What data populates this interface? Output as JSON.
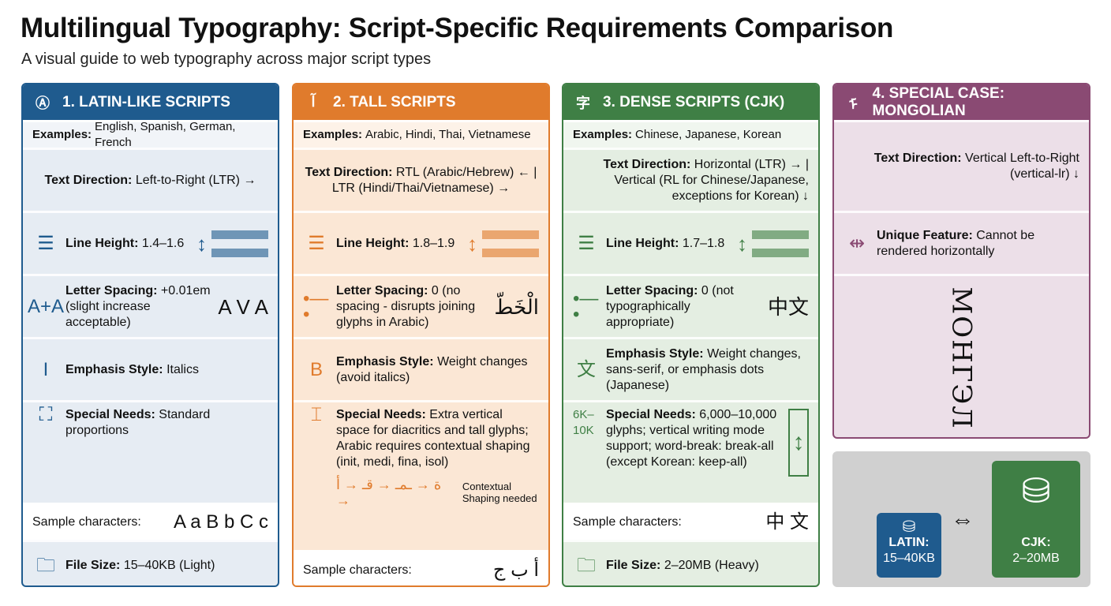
{
  "title": "Multilingual Typography: Script-Specific Requirements Comparison",
  "subtitle": "A visual guide to web typography across major script types",
  "colors": {
    "latin": "#1f5b8e",
    "tall": "#e07b2c",
    "cjk": "#3f7f45",
    "mongolian": "#8a4a73"
  },
  "columns": [
    {
      "header": "1. LATIN-LIKE SCRIPTS",
      "icon": "Ⓐ",
      "icon_name": "letter-a-circle-icon",
      "color": "#1f5b8e",
      "bg": "#e6ecf3",
      "rows": [
        {
          "type": "ex",
          "label": "Examples:",
          "value": "English, Spanish, German, French"
        },
        {
          "label": "Text Direction:",
          "value": "Left-to-Right (LTR) →",
          "icon": "",
          "align": "center"
        },
        {
          "label": "Line Height:",
          "value": "1.4–1.6",
          "icon": "☰",
          "icon_name": "lines-icon",
          "vis": "bars"
        },
        {
          "label": "Letter Spacing:",
          "value": "+0.01em (slight increase acceptable)",
          "icon": "A+A",
          "icon_name": "letter-spacing-icon",
          "vis_text": "A V A"
        },
        {
          "label": "Emphasis Style:",
          "value": "Italics",
          "icon": "I",
          "icon_name": "italic-icon"
        },
        {
          "label": "Special Needs:",
          "value": "Standard proportions",
          "icon": "⛶",
          "icon_name": "crop-frame-icon",
          "top": true
        },
        {
          "type": "sample",
          "value": "Sample characters:",
          "vis_text": "A a B b C c"
        },
        {
          "label": "File Size:",
          "value": "15–40KB (Light)",
          "icon": "🗀",
          "icon_name": "folder-icon"
        }
      ]
    },
    {
      "header": "2. TALL SCRIPTS",
      "icon": "آ",
      "icon_name": "arabic-letter-icon",
      "color": "#e07b2c",
      "bg": "#fbe7d5",
      "rows": [
        {
          "type": "ex",
          "label": "Examples:",
          "value": "Arabic, Hindi, Thai, Vietnamese"
        },
        {
          "label": "Text Direction:",
          "value": "RTL (Arabic/Hebrew) ← | LTR (Hindi/Thai/Vietnamese) →",
          "icon": "",
          "align": "center"
        },
        {
          "label": "Line Height:",
          "value": "1.8–1.9",
          "icon": "☰",
          "icon_name": "lines-icon",
          "vis": "bars"
        },
        {
          "label": "Letter Spacing:",
          "value": "0 (no spacing - disrupts joining glyphs in Arabic)",
          "icon": "•—•",
          "icon_name": "joined-dots-icon",
          "vis_text": "الْخَطّ"
        },
        {
          "label": "Emphasis Style:",
          "value": "Weight changes (avoid italics)",
          "icon": "B",
          "icon_name": "bold-icon"
        },
        {
          "label": "Special Needs:",
          "value": "Extra vertical space for diacritics and tall glyphs; Arabic requires contextual shaping (init, medi, fina, isol)",
          "icon": "⌶",
          "icon_name": "tall-glyph-icon",
          "top": true,
          "extra": "ة → ـمـ → قـ → أ →",
          "extra_note": "Contextual Shaping needed"
        },
        {
          "type": "sample",
          "value": "Sample characters:",
          "vis_text": "أ ب ج"
        },
        {
          "type": "empty"
        }
      ]
    },
    {
      "header": "3. DENSE SCRIPTS (CJK)",
      "icon": "字",
      "icon_name": "cjk-character-icon",
      "color": "#3f7f45",
      "bg": "#e4eee2",
      "rows": [
        {
          "type": "ex",
          "label": "Examples:",
          "value": "Chinese, Japanese, Korean"
        },
        {
          "label": "Text Direction:",
          "value": "Horizontal (LTR) → | Vertical (RL for Chinese/Japanese, exceptions for Korean) ↓",
          "icon": "",
          "align": "right"
        },
        {
          "label": "Line Height:",
          "value": "1.7–1.8",
          "icon": "☰",
          "icon_name": "lines-icon",
          "vis": "bars"
        },
        {
          "label": "Letter Spacing:",
          "value": "0 (not typographically appropriate)",
          "icon": "•—•",
          "icon_name": "joined-dots-icon",
          "vis_text": "中文"
        },
        {
          "label": "Emphasis Style:",
          "value": "Weight changes, sans-serif, or emphasis dots (Japanese)",
          "icon": "文",
          "icon_name": "emphasis-dot-icon"
        },
        {
          "label": "Special Needs:",
          "value": "6,000–10,000 glyphs; vertical writing mode support; word-break: break-all (except Korean: keep-all)",
          "icon": "6K–10K",
          "icon_name": "glyph-count-icon",
          "top": true,
          "vis": "vbox"
        },
        {
          "type": "sample",
          "value": "Sample characters:",
          "vis_text": "中 文"
        },
        {
          "label": "File Size:",
          "value": "2–20MB (Heavy)",
          "icon": "🗀",
          "icon_name": "folder-icon"
        }
      ]
    },
    {
      "header": "4. SPECIAL CASE: MONGOLIAN",
      "icon": "ᠮ",
      "icon_name": "mongolian-letter-icon",
      "color": "#8a4a73",
      "bg": "#ecdfe8",
      "rows": [
        {
          "label": "Text Direction:",
          "value": "Vertical Left-to-Right (vertical-lr) ↓",
          "icon": "",
          "align": "right"
        },
        {
          "label": "Unique Feature:",
          "value": "Cannot be rendered horizontally",
          "icon": "⇹",
          "icon_name": "no-horizontal-icon"
        },
        {
          "type": "vertical",
          "value": "МОНГЭЛ"
        }
      ]
    }
  ],
  "file_size_compare": {
    "latin_label": "LATIN:",
    "latin_value": "15–40KB",
    "cjk_label": "CJK:",
    "cjk_value": "2–20MB",
    "arrow": "⇔"
  }
}
